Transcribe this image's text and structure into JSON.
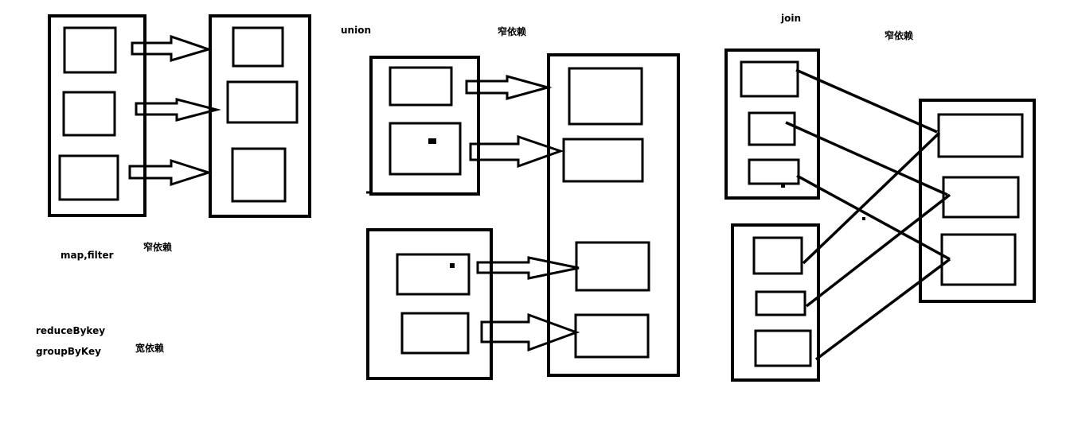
{
  "labels": {
    "map_filter": "map,filter",
    "narrow_1": "窄依赖",
    "reduce_by_key": "reduceBykey",
    "group_by_key": "groupByKey",
    "wide": "宽依赖",
    "union": "union",
    "narrow_2": "窄依赖",
    "join": "join",
    "narrow_3": "窄依赖"
  },
  "colors": {
    "stroke": "#000000",
    "background": "#ffffff"
  }
}
